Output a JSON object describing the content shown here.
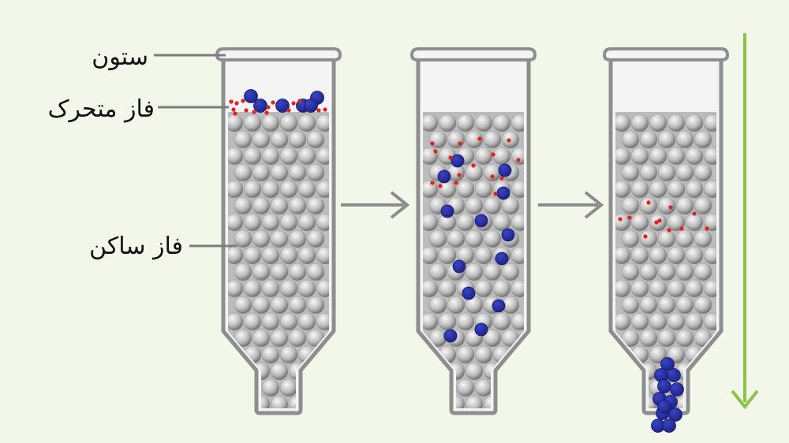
{
  "labels": {
    "column": "ستون",
    "mobile_phase": "فاز متحرک",
    "stationary_phase": "فاز ساکن"
  },
  "colors": {
    "background": "#f2f7ea",
    "column_outline": "#8e8e8e",
    "column_fill": "#f4f4f4",
    "packing_dark": "#5f5f5f",
    "packing_light": "#f7f7f7",
    "blue_particle": "#232a96",
    "red_particle": "#e02222",
    "process_arrow": "#8c8c8c",
    "time_arrow": "#8bc34a",
    "leader_line": "#7d7d7d"
  },
  "stages": [
    {
      "name": "initial",
      "description_icon": "column-with-sample-on-top"
    },
    {
      "name": "separating",
      "description_icon": "column-with-mixed-particles"
    },
    {
      "name": "eluting",
      "description_icon": "column-with-blue-eluting"
    }
  ]
}
